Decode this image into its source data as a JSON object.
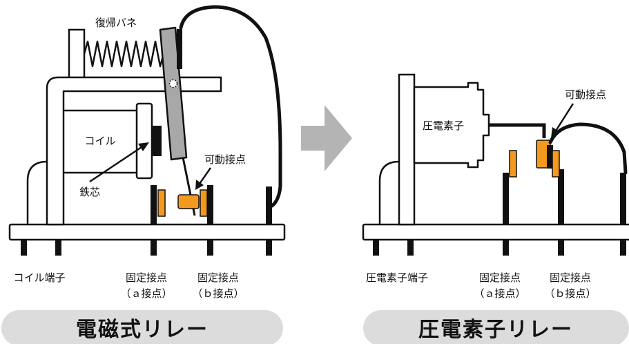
{
  "relay_electromagnetic": {
    "return_spring": "復帰バネ",
    "coil": "コイル",
    "iron_core": "鉄芯",
    "movable_contact": "可動接点",
    "coil_terminal": "コイル端子",
    "fixed_contact_a_line1": "固定接点",
    "fixed_contact_a_line2": "（ａ接点）",
    "fixed_contact_b_line1": "固定接点",
    "fixed_contact_b_line2": "（ｂ接点）",
    "title": "電磁式リレー"
  },
  "relay_piezo": {
    "piezo_element": "圧電素子",
    "movable_contact": "可動接点",
    "piezo_terminal": "圧電素子端子",
    "fixed_contact_a_line1": "固定接点",
    "fixed_contact_a_line2": "（ａ接点）",
    "fixed_contact_b_line1": "固定接点",
    "fixed_contact_b_line2": "（ｂ接点）",
    "title": "圧電素子リレー"
  },
  "colors": {
    "contact": "#f39a1e",
    "lever": "#a8a8a8",
    "arrow": "#b4b4b4",
    "title_pill": "#dcdcdc",
    "outline": "#111111"
  }
}
